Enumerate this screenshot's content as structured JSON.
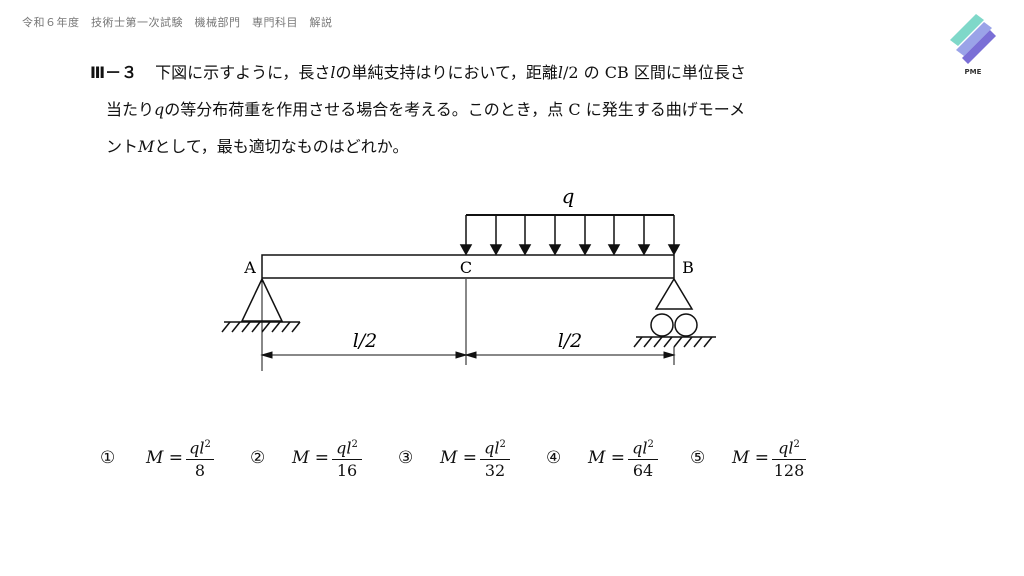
{
  "header": {
    "title": "令和６年度　技術士第一次試験　機械部門　専門科目　解説"
  },
  "logo": {
    "text": "PME",
    "colors": [
      "#7fd8c9",
      "#9aa3e8",
      "#7a6fd6"
    ]
  },
  "question": {
    "number": "Ⅲ－３",
    "line1_a": "下図に示すように，長さ",
    "line1_var": "l",
    "line1_b": "の単純支持はりにおいて，距離",
    "line1_var2": "l",
    "line1_c": "/2 の CB 区間に単位長さ",
    "line2_a": "当たり",
    "line2_var": "q",
    "line2_b": "の等分布荷重を作用させる場合を考える。このとき，点 C に発生する曲げモーメ",
    "line3_a": "ント",
    "line3_var": "M",
    "line3_b": "として，最も適切なものはどれか。"
  },
  "diagram": {
    "load_label": "q",
    "point_a": "A",
    "point_b": "B",
    "point_c": "C",
    "dim_left": "l/2",
    "dim_right": "l/2"
  },
  "choices": [
    {
      "no": "①",
      "lhs": "M =",
      "num": "ql",
      "exp": "2",
      "den": "8"
    },
    {
      "no": "②",
      "lhs": "M =",
      "num": "ql",
      "exp": "2",
      "den": "16"
    },
    {
      "no": "③",
      "lhs": "M =",
      "num": "ql",
      "exp": "2",
      "den": "32"
    },
    {
      "no": "④",
      "lhs": "M =",
      "num": "ql",
      "exp": "2",
      "den": "64"
    },
    {
      "no": "⑤",
      "lhs": "M =",
      "num": "ql",
      "exp": "2",
      "den": "128"
    }
  ]
}
